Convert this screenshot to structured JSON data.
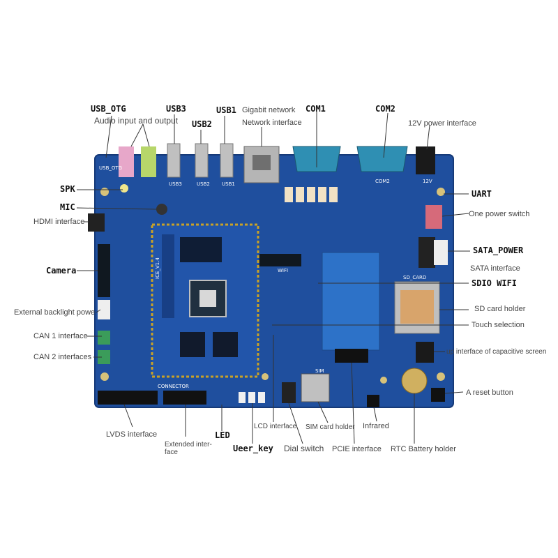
{
  "labels": {
    "usb_otg": "USB_OTG",
    "audio": "Audio input and output",
    "usb3": "USB3",
    "usb2": "USB2",
    "usb1": "USB1",
    "gigabit": "Gigabit network",
    "network": "Network interface",
    "com1": "COM1",
    "com2": "COM2",
    "power12v": "12V power interface",
    "spk": "SPK",
    "mic": "MIC",
    "hdmi": "HDMI interface",
    "camera": "Camera",
    "backlight": "External backlight powe",
    "can1": "CAN 1 interface",
    "can2": "CAN 2 interfaces",
    "lvds": "LVDS interface",
    "extended": "Extended inter-\nface",
    "led": "LED",
    "user_key": "Ueer_key",
    "lcd": "LCD interface",
    "dial": "Dial switch",
    "sim": "SIM card holder",
    "pcie": "PCIE interface",
    "infrared": "Infrared",
    "rtc": "RTC Battery holder",
    "uart": "UART",
    "power_switch": "One power switch",
    "sata_power": "SATA_POWER",
    "sata": "SATA interface",
    "sdio_wifi": "SDIO WIFI",
    "sd_holder": "SD card holder",
    "touch": "Touch selection",
    "capacitive": "up interface of capacitive screen",
    "reset": "A reset button"
  },
  "silkscreen": {
    "usb_otg": "USB_OTG",
    "usb3": "USB3",
    "usb2": "USB2",
    "usb1": "USB1",
    "wifi": "WIFI",
    "sd_card": "SD_CARD",
    "sim": "SIM",
    "connector": "CONNECTOR",
    "com2": "COM2",
    "v12": "12V",
    "core": "ICE_V1.4"
  },
  "colors": {
    "board": "#1f4f9e",
    "board_dark": "#163a78",
    "core_module": "#2255aa",
    "gold": "#c9a227",
    "db9": "#2f8fb3",
    "leader": "#333333"
  }
}
